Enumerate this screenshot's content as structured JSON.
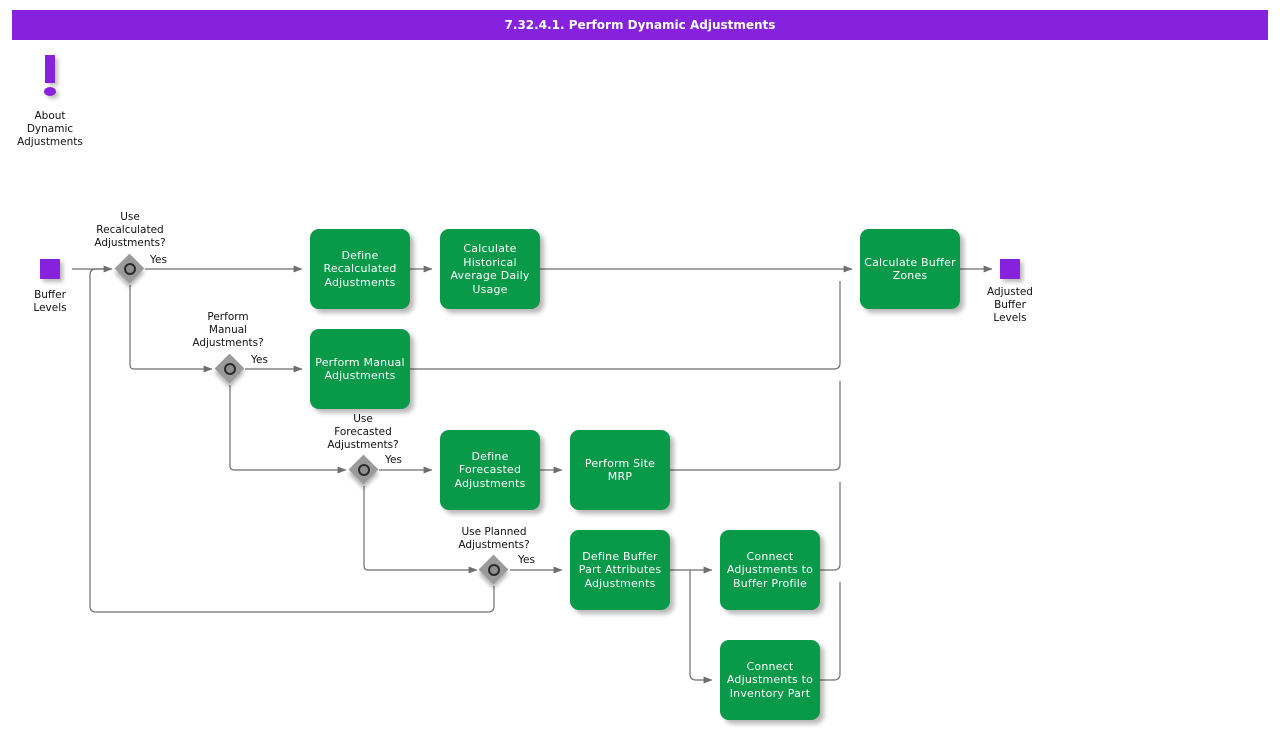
{
  "header": {
    "title": "7.32.4.1. Perform Dynamic Adjustments",
    "bg_color": "#8622dd",
    "text_color": "#ffffff"
  },
  "palette": {
    "task_green": "#089949",
    "node_purple": "#8622dd",
    "gateway_gray": "#9a9a9a",
    "connector_gray": "#6e6e6e",
    "text_dark": "#111111",
    "canvas_white": "#ffffff"
  },
  "info_marker": {
    "icon": "exclamation-icon",
    "label": "About\nDynamic\nAdjustments"
  },
  "start_node": {
    "icon": "data-object-icon",
    "label": "Buffer\nLevels"
  },
  "end_node": {
    "icon": "data-object-icon",
    "label": "Adjusted\nBuffer\nLevels"
  },
  "gateways": [
    {
      "id": "gw-use-recalculated",
      "label": "Use\nRecalculated\nAdjustments?",
      "yes_label": "Yes"
    },
    {
      "id": "gw-perform-manual",
      "label": "Perform\nManual\nAdjustments?",
      "yes_label": "Yes"
    },
    {
      "id": "gw-use-forecasted",
      "label": "Use\nForecasted\nAdjustments?",
      "yes_label": "Yes"
    },
    {
      "id": "gw-use-planned",
      "label": "Use Planned\nAdjustments?",
      "yes_label": "Yes"
    }
  ],
  "tasks": [
    {
      "id": "define-recalculated-adjustments",
      "label": "Define\nRecalculated\nAdjustments"
    },
    {
      "id": "calculate-historical-average-daily-usage",
      "label": "Calculate\nHistorical\nAverage Daily\nUsage"
    },
    {
      "id": "perform-manual-adjustments",
      "label": "Perform Manual\nAdjustments"
    },
    {
      "id": "define-forecasted-adjustments",
      "label": "Define\nForecasted\nAdjustments"
    },
    {
      "id": "perform-site-mrp",
      "label": "Perform Site\nMRP"
    },
    {
      "id": "define-buffer-part-attributes-adjustments",
      "label": "Define Buffer\nPart Attributes\nAdjustments"
    },
    {
      "id": "connect-adjustments-to-buffer-profile",
      "label": "Connect\nAdjustments to\nBuffer Profile"
    },
    {
      "id": "connect-adjustments-to-inventory-part",
      "label": "Connect\nAdjustments to\nInventory Part"
    },
    {
      "id": "calculate-buffer-zones",
      "label": "Calculate Buffer\nZones"
    }
  ]
}
